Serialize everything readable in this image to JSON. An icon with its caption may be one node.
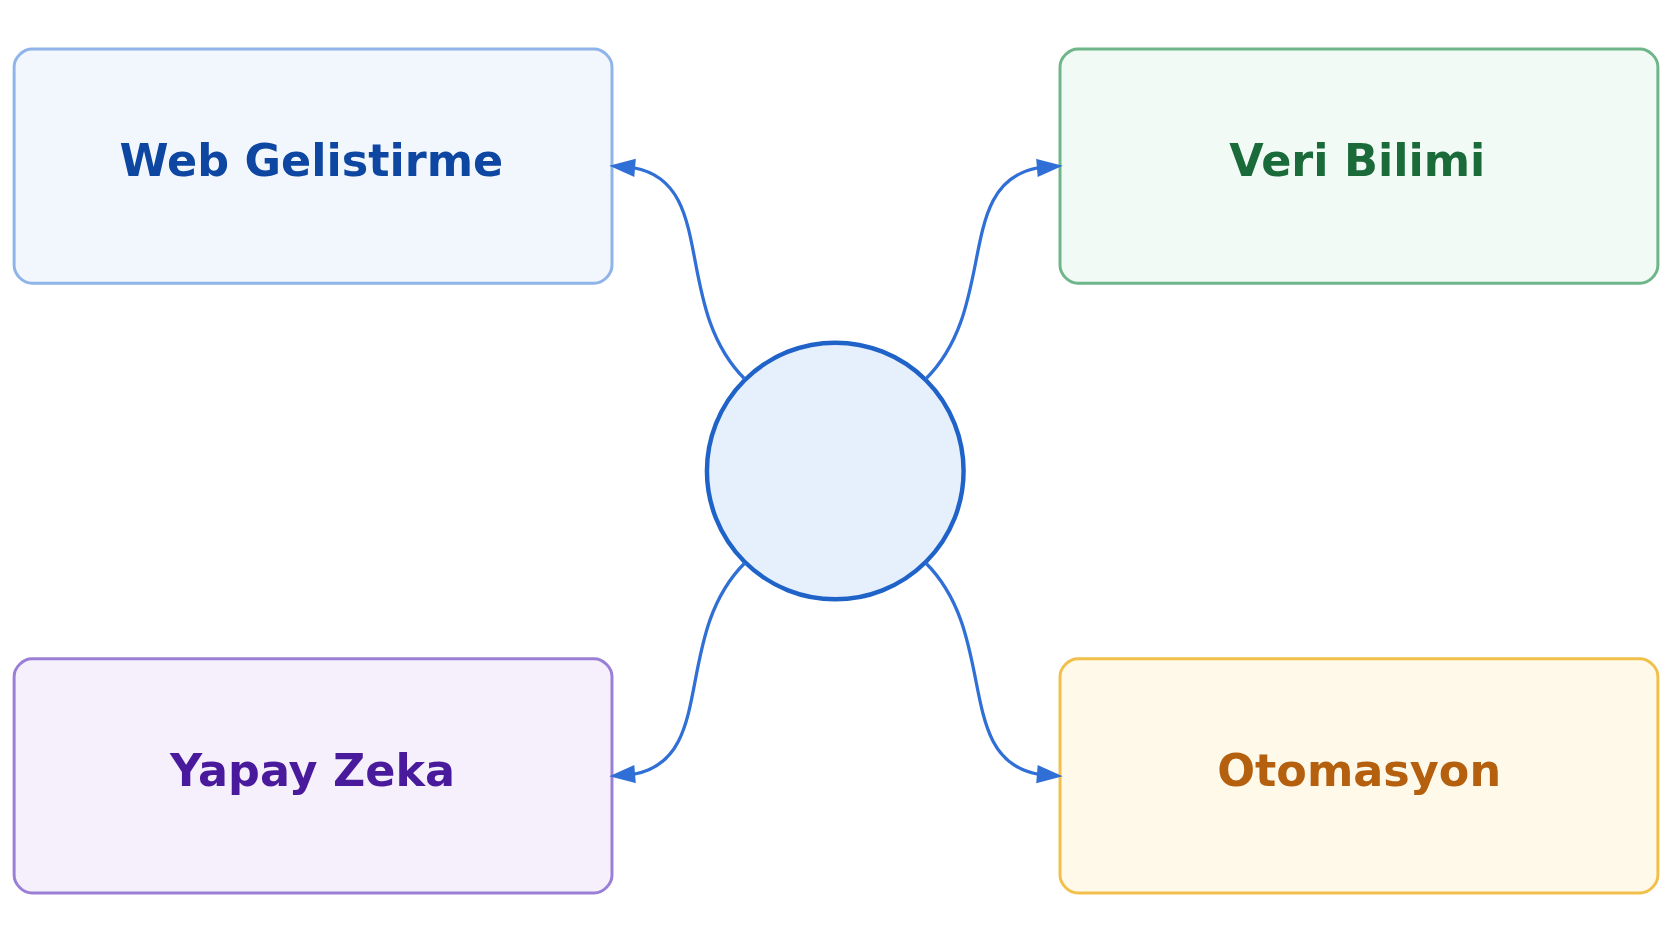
{
  "diagram": {
    "nodes": [
      {
        "text": [
          "Web Gelistirme"
        ]
      },
      {
        "text": [
          "Veri Bilimi"
        ]
      },
      {
        "text": [],
        "shape": "circle"
      },
      {
        "text": [
          "Yapay Zeka"
        ]
      },
      {
        "text": [
          "Otomasyon"
        ]
      }
    ],
    "edges": [
      {
        "from": 2,
        "to": 0,
        "arrow": "to"
      },
      {
        "from": 2,
        "to": 1,
        "arrow": "to"
      },
      {
        "from": 2,
        "to": 3,
        "arrow": "to"
      },
      {
        "from": 2,
        "to": 4,
        "arrow": "to"
      }
    ]
  }
}
